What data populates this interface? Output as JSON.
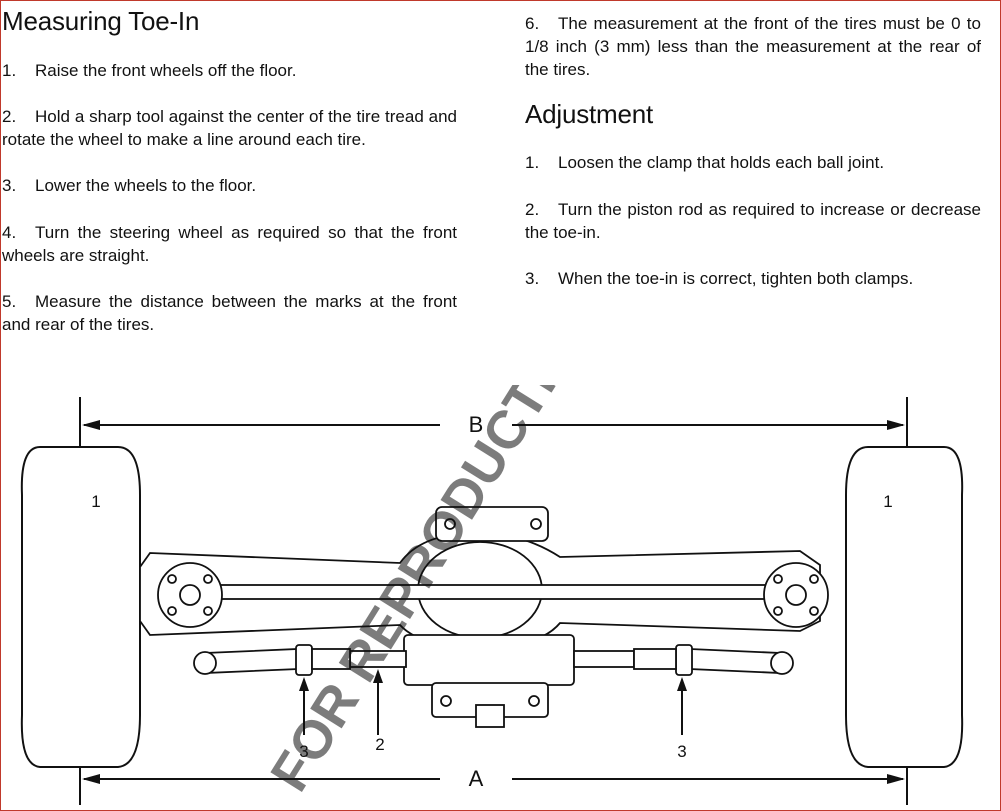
{
  "left": {
    "heading": "Measuring Toe-In",
    "steps": [
      {
        "num": "1.",
        "text": "Raise the front wheels off the floor."
      },
      {
        "num": "2.",
        "text": "Hold a sharp tool against the center of the tire tread and rotate the wheel to make a line around each tire."
      },
      {
        "num": "3.",
        "text": "Lower the wheels to the floor."
      },
      {
        "num": "4.",
        "text": "Turn the steering wheel as required so that the front wheels are straight."
      },
      {
        "num": "5.",
        "text": "Measure the distance between the marks at the front and rear of the tires."
      }
    ]
  },
  "right": {
    "step6": {
      "num": "6.",
      "text": "The measurement at the front of the tires must be 0 to 1/8 inch (3 mm) less than the measurement at the rear of the tires."
    },
    "heading": "Adjustment",
    "steps": [
      {
        "num": "1.",
        "text": "Loosen the clamp that holds each ball joint."
      },
      {
        "num": "2.",
        "text": "Turn the piston rod as required to increase or decrease the toe-in."
      },
      {
        "num": "3.",
        "text": "When the toe-in is correct, tighten both clamps."
      }
    ]
  },
  "diagram": {
    "dimension_top": "B",
    "dimension_bottom": "A",
    "tire_label_left": "1",
    "tire_label_right": "1",
    "callout_clamp_left": "3",
    "callout_piston_rod": "2",
    "callout_clamp_right": "3",
    "watermark": "FOR REPRODUCTION"
  }
}
